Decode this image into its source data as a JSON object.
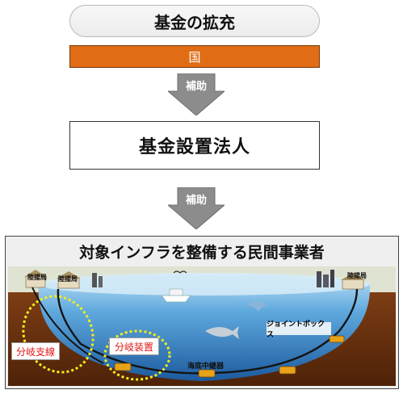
{
  "fund_expansion": {
    "label": "基金の拡充"
  },
  "country": {
    "label": "国"
  },
  "arrow_top": {
    "label": "補助"
  },
  "fund_corporation": {
    "label": "基金設置法人"
  },
  "arrow_bottom": {
    "label": "補助"
  },
  "operators": {
    "title": "対象インフラを整備する民間事業者"
  },
  "scene": {
    "landing_station_left_1": "陸揚局",
    "landing_station_left_2": "陸揚局",
    "landing_station_right": "陸揚局",
    "branch_line": "分岐支線",
    "branching_unit": "分岐装置",
    "undersea_repeater": "海底中継器",
    "joint_box": "ジョイントボックス"
  },
  "colors": {
    "country_bar": "#e06d16",
    "arrow_gray": "#8c8c8c",
    "label_red": "#e21414",
    "highlight_yellow": "#f2ee1c",
    "sea_blue": "#3b8fd1",
    "seabed_brown": "#7a3a14"
  }
}
